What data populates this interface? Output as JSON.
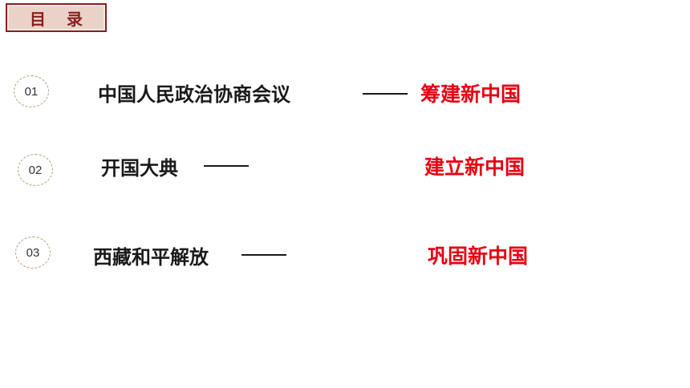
{
  "toc": {
    "title": "目录"
  },
  "items": [
    {
      "number": "01",
      "text": "中国人民政治协商会议",
      "result": "筹建新中国"
    },
    {
      "number": "02",
      "text": "开国大典",
      "result": "建立新中国"
    },
    {
      "number": "03",
      "text": "西藏和平解放",
      "result": "巩固新中国"
    }
  ],
  "colors": {
    "accent": "#e60012",
    "title_border": "#8b1e1e",
    "title_bg": "#e9d2c8"
  }
}
